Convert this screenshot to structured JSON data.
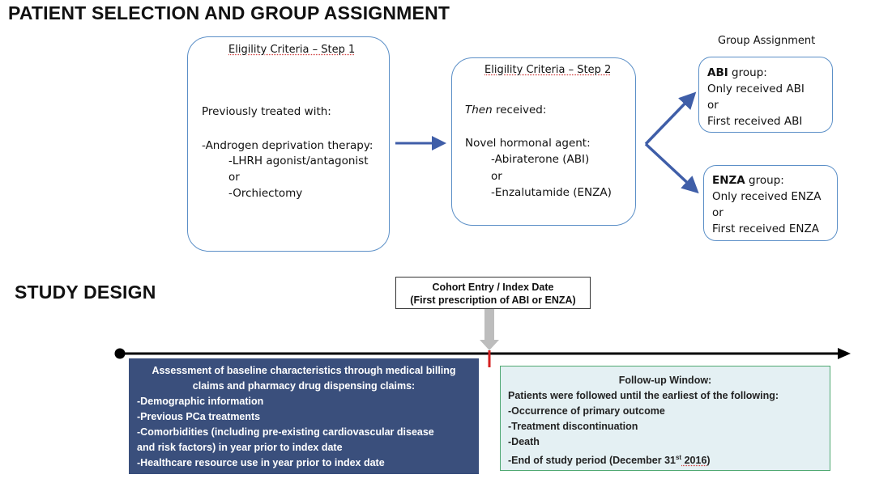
{
  "headings": {
    "selection": "PATIENT SELECTION AND GROUP ASSIGNMENT",
    "design": "STUDY DESIGN"
  },
  "step1": {
    "title": "Eligility Criteria – Step 1",
    "intro": "Previously treated with:",
    "adt": "-Androgen deprivation therapy:",
    "lhrh": "-LHRH agonist/antagonist",
    "or": "or",
    "orchiectomy": "-Orchiectomy"
  },
  "step2": {
    "title": "Eligility Criteria – Step 2",
    "then_italic": "Then",
    "then_rest": " received:",
    "agent": "Novel hormonal agent:",
    "abi": "-Abiraterone (ABI)",
    "or": "or",
    "enza": "-Enzalutamide (ENZA)"
  },
  "groups": {
    "title": "Group Assignment",
    "abi": {
      "name": "ABI",
      "suffix": " group:",
      "line1": "Only received ABI",
      "or": "or",
      "line2": "First received ABI"
    },
    "enza": {
      "name": "ENZA",
      "suffix": " group:",
      "line1": "Only received ENZA",
      "or": "or",
      "line2": "First received ENZA"
    }
  },
  "cohort": {
    "line1": "Cohort Entry / Index Date",
    "line2": "(First prescription of ABI or ENZA)"
  },
  "baseline": {
    "title1": "Assessment of baseline characteristics through medical billing",
    "title2": "claims and pharmacy drug dispensing claims:",
    "items": [
      "-Demographic information",
      "-Previous PCa treatments",
      "-Comorbidities (including pre-existing cardiovascular disease",
      "and risk factors) in year prior to index date",
      "-Healthcare resource use in year prior to index date"
    ]
  },
  "followup": {
    "title": "Follow-up Window:",
    "intro": "Patients were followed until the earliest of the following:",
    "items": [
      "-Occurrence of primary outcome",
      "-Treatment discontinuation",
      "-Death"
    ],
    "end_prefix": "-End of study period (December 31",
    "end_sup": "st",
    "end_year": " 2016",
    "end_close": ")"
  },
  "colors": {
    "box_border": "#5b8fc7",
    "arrow": "#3f5ea8",
    "navy_fill": "#3a4f7c",
    "green_border": "#4fa872",
    "green_fill": "#e4f0f3",
    "index_mark": "#d42020",
    "gray_arrow": "#bdbdbd"
  }
}
